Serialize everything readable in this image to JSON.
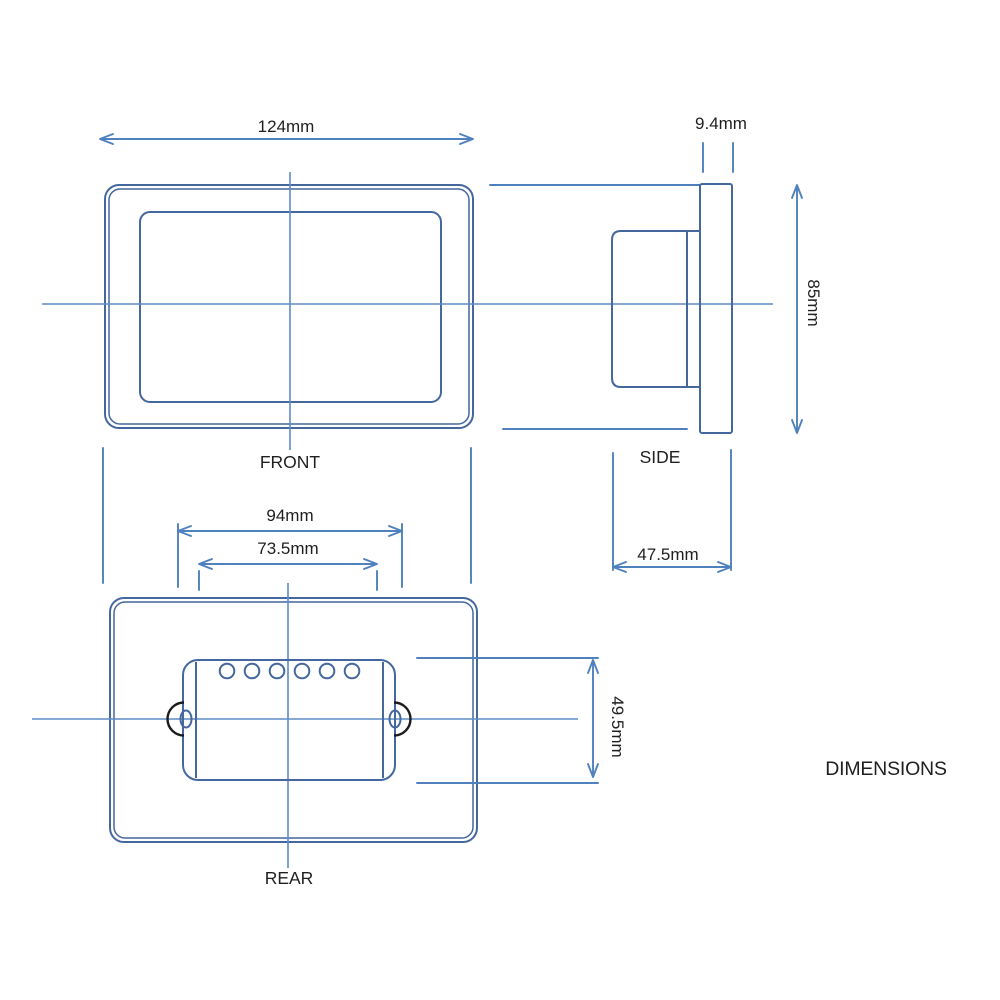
{
  "drawing": {
    "title": "DIMENSIONS",
    "views": [
      {
        "id": "front",
        "label": "FRONT"
      },
      {
        "id": "side",
        "label": "SIDE"
      },
      {
        "id": "rear",
        "label": "REAR"
      }
    ],
    "dimensions": {
      "front_width": "124mm",
      "side_panel_thickness": "9.4mm",
      "panel_height": "85mm",
      "mount_width": "94mm",
      "inner_mount_width": "73.5mm",
      "side_depth": "47.5mm",
      "rear_body_height": "49.5mm"
    },
    "colors": {
      "outline": "#44679e",
      "dimension_line": "#4f81bd",
      "centerline": "#5e8cc7",
      "tab_arc": "#1c1c1c",
      "text": "#1f1f1f",
      "background": "#ffffff"
    }
  }
}
